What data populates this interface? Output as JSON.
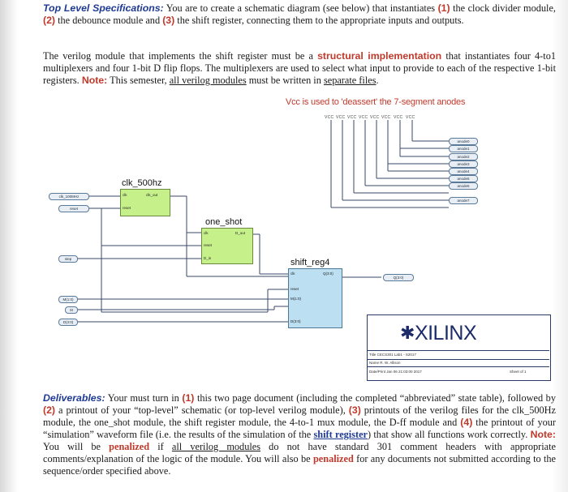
{
  "para1": {
    "heading": "Top Level Specifications:",
    "t1": " You are to create a schematic diagram (see below) that instantiates ",
    "n1": "(1)",
    "t2": " the clock divider module, ",
    "n2": "(2)",
    "t3": " the debounce module and ",
    "n3": "(3)",
    "t4": " the shift register, connecting them to the appropriate inputs and outputs."
  },
  "para2": {
    "t1": "The verilog module that implements the shift register must be a ",
    "structural": "structural implementation",
    "t2": " that instantiates four 4-to1 multiplexers and four 1-bit D flip flops. The multiplexers are used to select what input to provide to each of the respective 1-bit registers. ",
    "note": "Note:",
    "t3": " This semester, ",
    "underline": "all verilog modules",
    "t4": " must be written in ",
    "underline2": "separate files",
    "t5": "."
  },
  "schematic": {
    "vcc_note": "Vcc is used to 'deassert' the 7-segment anodes",
    "vcc_pins": [
      "VCC",
      "VCC",
      "VCC",
      "VCC",
      "VCC",
      "VCC",
      "VCC",
      "VCC"
    ],
    "anodes": [
      "anode0",
      "anode1",
      "anode2",
      "anode3",
      "anode4",
      "anode5",
      "anode6",
      "anode7"
    ],
    "clk_block": {
      "label": "clk_500hz",
      "pin_in": "clk",
      "pin_out": "clk_out",
      "pin_reset": "reset"
    },
    "one_shot_block": {
      "label": "one_shot",
      "pin_clk": "clk",
      "pin_reset": "reset",
      "pin_din": "D_in",
      "pin_out": "D_out"
    },
    "shift_block": {
      "label": "shift_reg4",
      "pin_clk": "clk",
      "pin_q": "Q(3:0)",
      "pin_reset": "reset",
      "pin_m": "M(1:0)",
      "pin_d": "D(3:0)"
    },
    "inputs": [
      "clk_100MHz",
      "reset",
      "step",
      "M(1:0)",
      "SI",
      "D(3:0)"
    ],
    "output": "Q(3:0)",
    "logo": "XILINX",
    "title_rows": [
      "Title  CECS301 Lab1 - S2017",
      "Name  R. W. Allison",
      "Date/Print  Jan 06 21:03:00 2017"
    ],
    "sheet": "Sheet  of  1"
  },
  "para3": {
    "heading": "Deliverables:",
    "t1": " Your must turn in ",
    "n1": "(1)",
    "t2": " this two page document (including the completed “abbreviated” state table), followed by ",
    "n2": "(2)",
    "t3": " a printout of your “top-level” schematic (or top-level verilog module), ",
    "n3": "(3)",
    "t4": " printouts of the verilog files for the clk_500Hz module, the one_shot module, the shift register module, the 4-to-1 mux module, the D-ff module and ",
    "n4": "(4)",
    "t5": " the printout of your “simulation” waveform file (i.e. the results of the simulation of the ",
    "shift": "shift register",
    "t6": ") that show all functions work correctly. ",
    "note": "Note:",
    "t7": " You will be ",
    "penalized1": "penalized",
    "t8": " if ",
    "underline": "all verilog modules",
    "t9": " do not have standard 301 comment headers with appropriate comments/explanation of the logic of the module. You will also be ",
    "penalized2": "penalized",
    "t10": " for any documents not submitted according to the sequence/order specified above."
  }
}
